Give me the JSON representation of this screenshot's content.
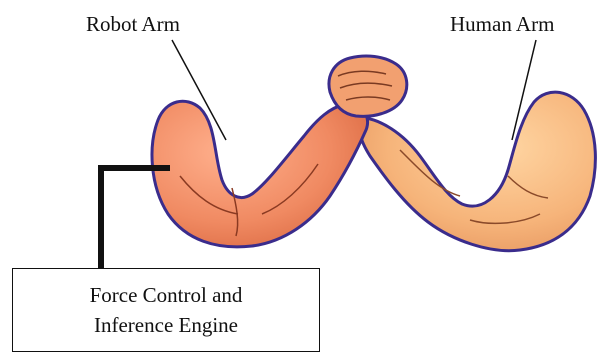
{
  "labels": {
    "robot_arm": "Robot Arm",
    "human_arm": "Human Arm"
  },
  "engine_box": {
    "line1": "Force Control and",
    "line2": "Inference Engine"
  },
  "colors": {
    "robot_arm_fill": "#f08a62",
    "human_arm_fill": "#f6b47a",
    "arm_outline": "#3a2c8c",
    "connector": "#111111"
  }
}
